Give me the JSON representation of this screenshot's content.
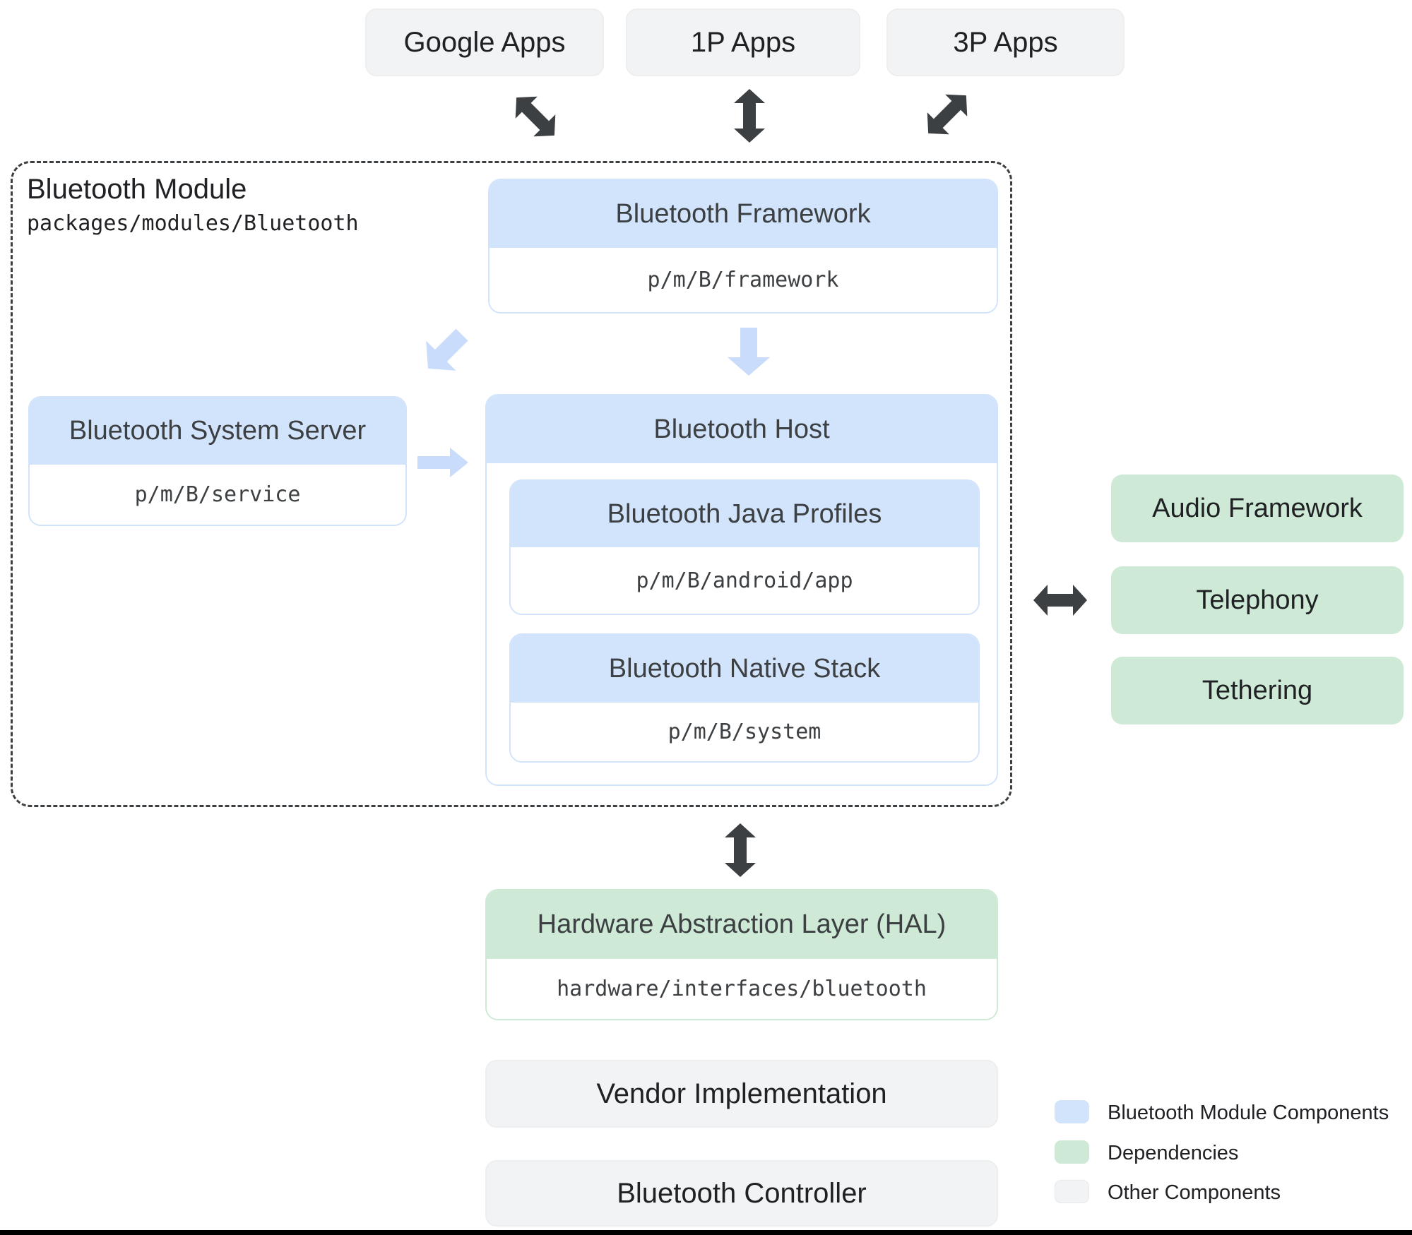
{
  "app_boxes": [
    {
      "label": "Google Apps"
    },
    {
      "label": "1P Apps"
    },
    {
      "label": "3P Apps"
    }
  ],
  "module": {
    "title": "Bluetooth Module",
    "path": "packages/modules/Bluetooth",
    "framework": {
      "title": "Bluetooth Framework",
      "path": "p/m/B/framework"
    },
    "system_server": {
      "title": "Bluetooth System Server",
      "path": "p/m/B/service"
    },
    "host": {
      "title": "Bluetooth Host",
      "children": [
        {
          "title": "Bluetooth Java Profiles",
          "path": "p/m/B/android/app"
        },
        {
          "title": "Bluetooth Native Stack",
          "path": "p/m/B/system"
        }
      ]
    }
  },
  "dependencies": [
    {
      "label": "Audio Framework"
    },
    {
      "label": "Telephony"
    },
    {
      "label": "Tethering"
    }
  ],
  "hal": {
    "title": "Hardware Abstraction Layer (HAL)",
    "path": "hardware/interfaces/bluetooth"
  },
  "bottom_boxes": [
    {
      "label": "Vendor Implementation"
    },
    {
      "label": "Bluetooth Controller"
    }
  ],
  "legend": [
    {
      "label": "Bluetooth Module Components",
      "color": "#d2e3fc"
    },
    {
      "label": "Dependencies",
      "color": "#ceead6"
    },
    {
      "label": "Other Components",
      "color": "#f1f3f4"
    }
  ],
  "colors": {
    "module_component_fill": "#d2e3fc",
    "dependency_fill": "#ceead6",
    "other_component_fill": "#f1f3f4",
    "dark_arrow": "#3c4043",
    "light_arrow": "#c9dcfb"
  }
}
